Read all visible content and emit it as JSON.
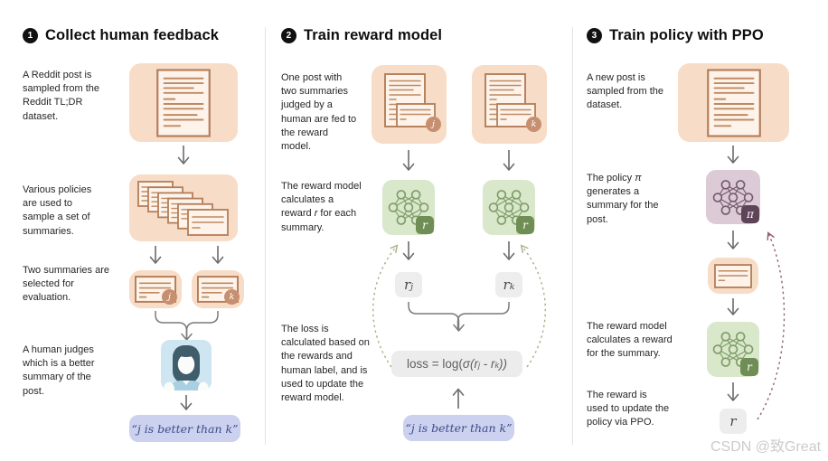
{
  "watermark": "CSDN @致Great",
  "col1": {
    "number": "1",
    "title": "Collect human feedback",
    "caption_post": "A Reddit post is sampled from the Reddit TL;DR dataset.",
    "caption_policies": "Various policies are used to sample a set of summaries.",
    "caption_selected": "Two summaries are selected for evaluation.",
    "caption_judge": "A human judges which is a better summary of the post.",
    "badge_j": "j",
    "badge_k": "k",
    "verdict": "“j is better than k”"
  },
  "col2": {
    "number": "2",
    "title": "Train reward model",
    "caption_fed": "One post with two summaries judged by a human are fed to the reward model.",
    "caption_reward": {
      "a": "The reward model calculates a reward ",
      "b": "r",
      "c": " for each summary."
    },
    "caption_loss": "The loss is calculated based on the rewards and human label, and is used to update the reward model.",
    "badge_j": "j",
    "badge_k": "k",
    "reward_badge": "r",
    "rj": {
      "base": "r",
      "sub": "j"
    },
    "rk": {
      "base": "r",
      "sub": "k"
    },
    "formula": {
      "prefix": "loss = log(",
      "sigma_r": "σ(r",
      "sub_j": "j",
      "minus_r": " - r",
      "sub_k": "k",
      "close": "))"
    },
    "verdict": "“j is better than k”"
  },
  "col3": {
    "number": "3",
    "title": "Train policy with PPO",
    "caption_post": "A new post is sampled from the dataset.",
    "caption_policy": {
      "a": "The policy ",
      "b": "π",
      "c": " generates a summary for the post."
    },
    "caption_reward": "The reward model calculates a reward for the summary.",
    "caption_update": "The reward is used to update the policy via PPO.",
    "policy_badge": "π",
    "reward_badge": "r",
    "r_label": "r"
  }
}
